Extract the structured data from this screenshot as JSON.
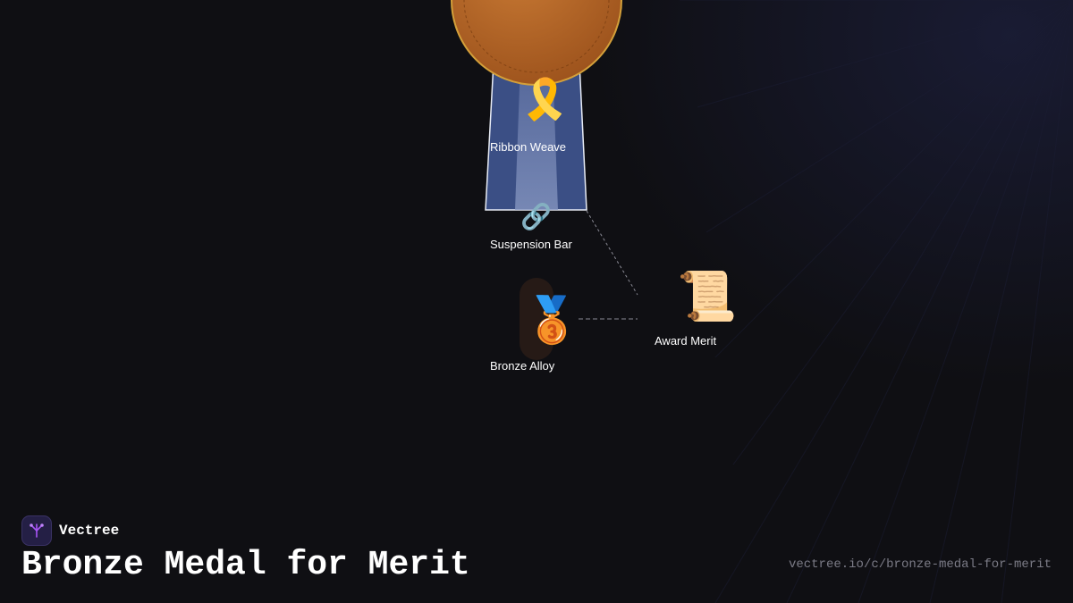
{
  "brand": {
    "name": "Vectree",
    "logo_icon": "vectree-tree-icon",
    "logo_color": "#a855f7"
  },
  "title": "Bronze Medal for Merit",
  "url": "vectree.io/c/bronze-medal-for-merit",
  "colors": {
    "background": "#0f0f13",
    "medal_bronze": "#b8692a",
    "medal_rim": "#d4a03a",
    "ribbon_blue": "#3b4f85",
    "ribbon_stripe": "#7a8cb8",
    "connector": "#8a8a95"
  },
  "nodes": {
    "ribbon_weave": {
      "label": "Ribbon Weave",
      "icon": "ribbon-icon",
      "glyph": "🎗️"
    },
    "suspension_bar": {
      "label": "Suspension Bar",
      "icon": "link-icon",
      "glyph": "🔗"
    },
    "bronze_alloy": {
      "label": "Bronze Alloy",
      "icon": "bronze-medal-icon",
      "glyph": "🥉"
    },
    "award_merit": {
      "label": "Award Merit",
      "icon": "scroll-icon",
      "glyph": "📜"
    }
  }
}
